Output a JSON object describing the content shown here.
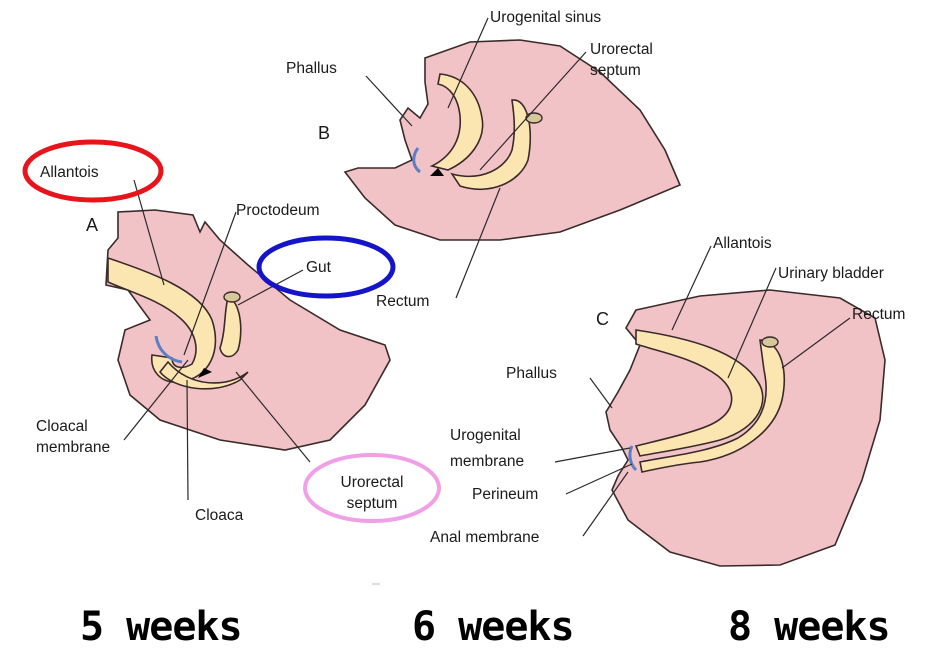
{
  "panels": {
    "A": {
      "letter": "A",
      "labels": {
        "allantois": "Allantois",
        "proctodeum": "Proctodeum",
        "gut": "Gut",
        "cloacal_membrane_line1": "Cloacal",
        "cloacal_membrane_line2": "membrane",
        "cloaca": "Cloaca",
        "urorectal_septum_line1": "Urorectal",
        "urorectal_septum_line2": "septum"
      },
      "caption": "5 weeks"
    },
    "B": {
      "letter": "B",
      "labels": {
        "urogenital_sinus": "Urogenital sinus",
        "phallus": "Phallus",
        "urorectal_septum_line1": "Urorectal",
        "urorectal_septum_line2": "septum",
        "rectum": "Rectum"
      },
      "caption": "6 weeks"
    },
    "C": {
      "letter": "C",
      "labels": {
        "allantois": "Allantois",
        "urinary_bladder": "Urinary bladder",
        "rectum": "Rectum",
        "phallus": "Phallus",
        "urogenital_membrane_line1": "Urogenital",
        "urogenital_membrane_line2": "membrane",
        "perineum": "Perineum",
        "anal_membrane": "Anal membrane"
      },
      "caption": "8 weeks"
    }
  },
  "highlight_colors": {
    "allantois_circle": "#e8141c",
    "gut_circle": "#1414c8",
    "urorectal_septum_circle": "#f0a0e6"
  },
  "colors": {
    "tissue": "#f2c3c6",
    "lumen": "#fbe6b2",
    "membrane": "#5a7fc6"
  }
}
